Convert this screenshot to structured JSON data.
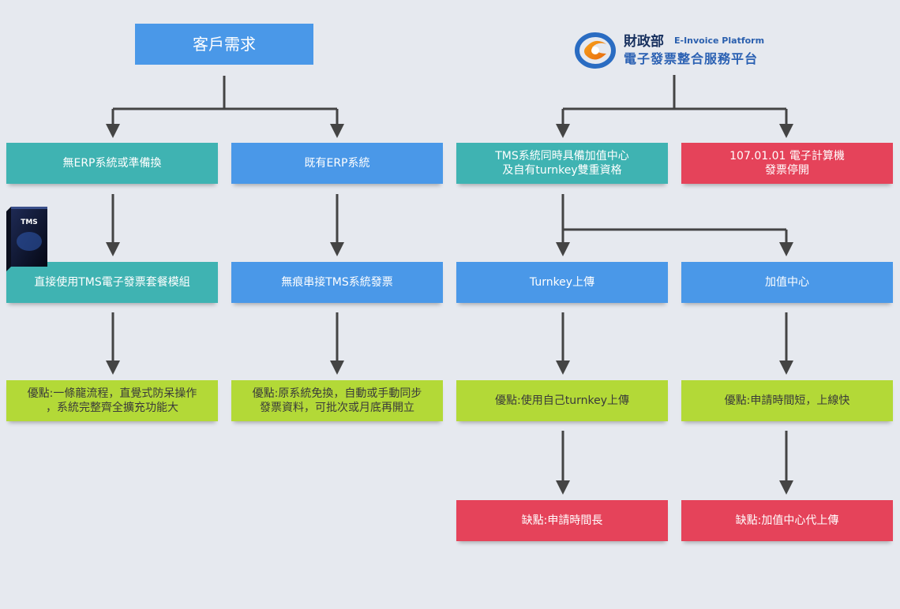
{
  "top": {
    "label": "客戶需求"
  },
  "logo": {
    "name": "財政部",
    "english": "E-Invoice Platform",
    "subtitle": "電子發票整合服務平台"
  },
  "product_image": {
    "label": "TMS"
  },
  "colors": {
    "teal": "#3fb3b2",
    "blue": "#4a98e8",
    "red": "#e5435a",
    "green": "#b3d937",
    "background": "#e6e9ef",
    "connector": "#444444"
  },
  "left": {
    "no_erp": "無ERP系統或準備換",
    "has_erp": "既有ERP系統",
    "tms_package": "直接使用TMS電子發票套餐模組",
    "seamless": "無痕串接TMS系統發票",
    "adv_tms": "優點:一條龍流程，直覺式防呆操作\n，系統完整齊全擴充功能大",
    "adv_seamless": "優點:原系統免換，自動或手動同步\n發票資料，可批次或月底再開立"
  },
  "right": {
    "dual": "TMS系統同時具備加值中心\n及自有turnkey雙重資格",
    "stop": "107.01.01 電子計算機\n發票停開",
    "turnkey": "Turnkey上傳",
    "vac": "加值中心",
    "adv_turnkey": "優點:使用自己turnkey上傳",
    "adv_vac": "優點:申請時間短，上線快",
    "dis_turnkey": "缺點:申請時間長",
    "dis_vac": "缺點:加值中心代上傳"
  }
}
